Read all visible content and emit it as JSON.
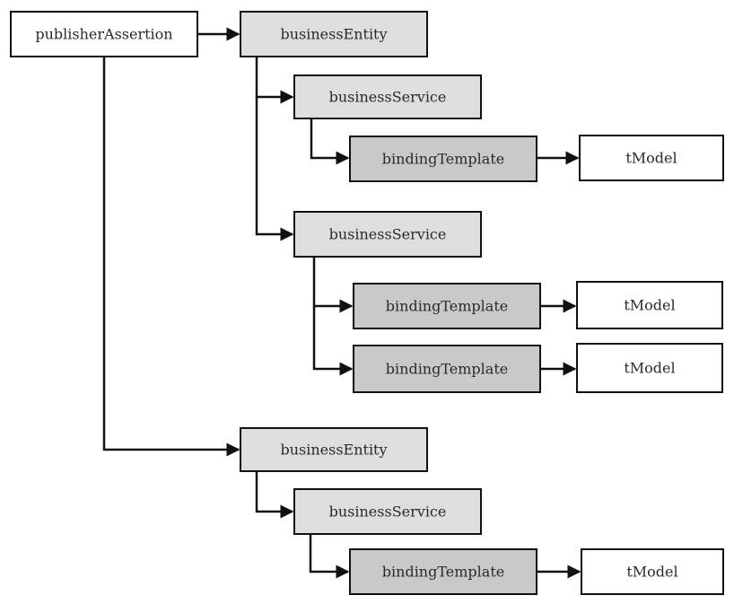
{
  "diagram": {
    "colors": {
      "white": "#ffffff",
      "light": "#dedede",
      "dark": "#c9c9c9",
      "stroke": "#111111"
    },
    "nodes": [
      {
        "name": "node-publisher-assertion",
        "label": "publisherAssertion",
        "shade": "white"
      },
      {
        "name": "node-business-entity-1",
        "label": "businessEntity",
        "shade": "light"
      },
      {
        "name": "node-business-service-1",
        "label": "businessService",
        "shade": "light"
      },
      {
        "name": "node-binding-template-1",
        "label": "bindingTemplate",
        "shade": "dark"
      },
      {
        "name": "node-tmodel-1",
        "label": "tModel",
        "shade": "white"
      },
      {
        "name": "node-business-service-2",
        "label": "businessService",
        "shade": "light"
      },
      {
        "name": "node-binding-template-2",
        "label": "bindingTemplate",
        "shade": "dark"
      },
      {
        "name": "node-tmodel-2",
        "label": "tModel",
        "shade": "white"
      },
      {
        "name": "node-binding-template-3",
        "label": "bindingTemplate",
        "shade": "dark"
      },
      {
        "name": "node-tmodel-3",
        "label": "tModel",
        "shade": "white"
      },
      {
        "name": "node-business-entity-2",
        "label": "businessEntity",
        "shade": "light"
      },
      {
        "name": "node-business-service-3",
        "label": "businessService",
        "shade": "light"
      },
      {
        "name": "node-binding-template-4",
        "label": "bindingTemplate",
        "shade": "dark"
      },
      {
        "name": "node-tmodel-4",
        "label": "tModel",
        "shade": "white"
      }
    ]
  }
}
